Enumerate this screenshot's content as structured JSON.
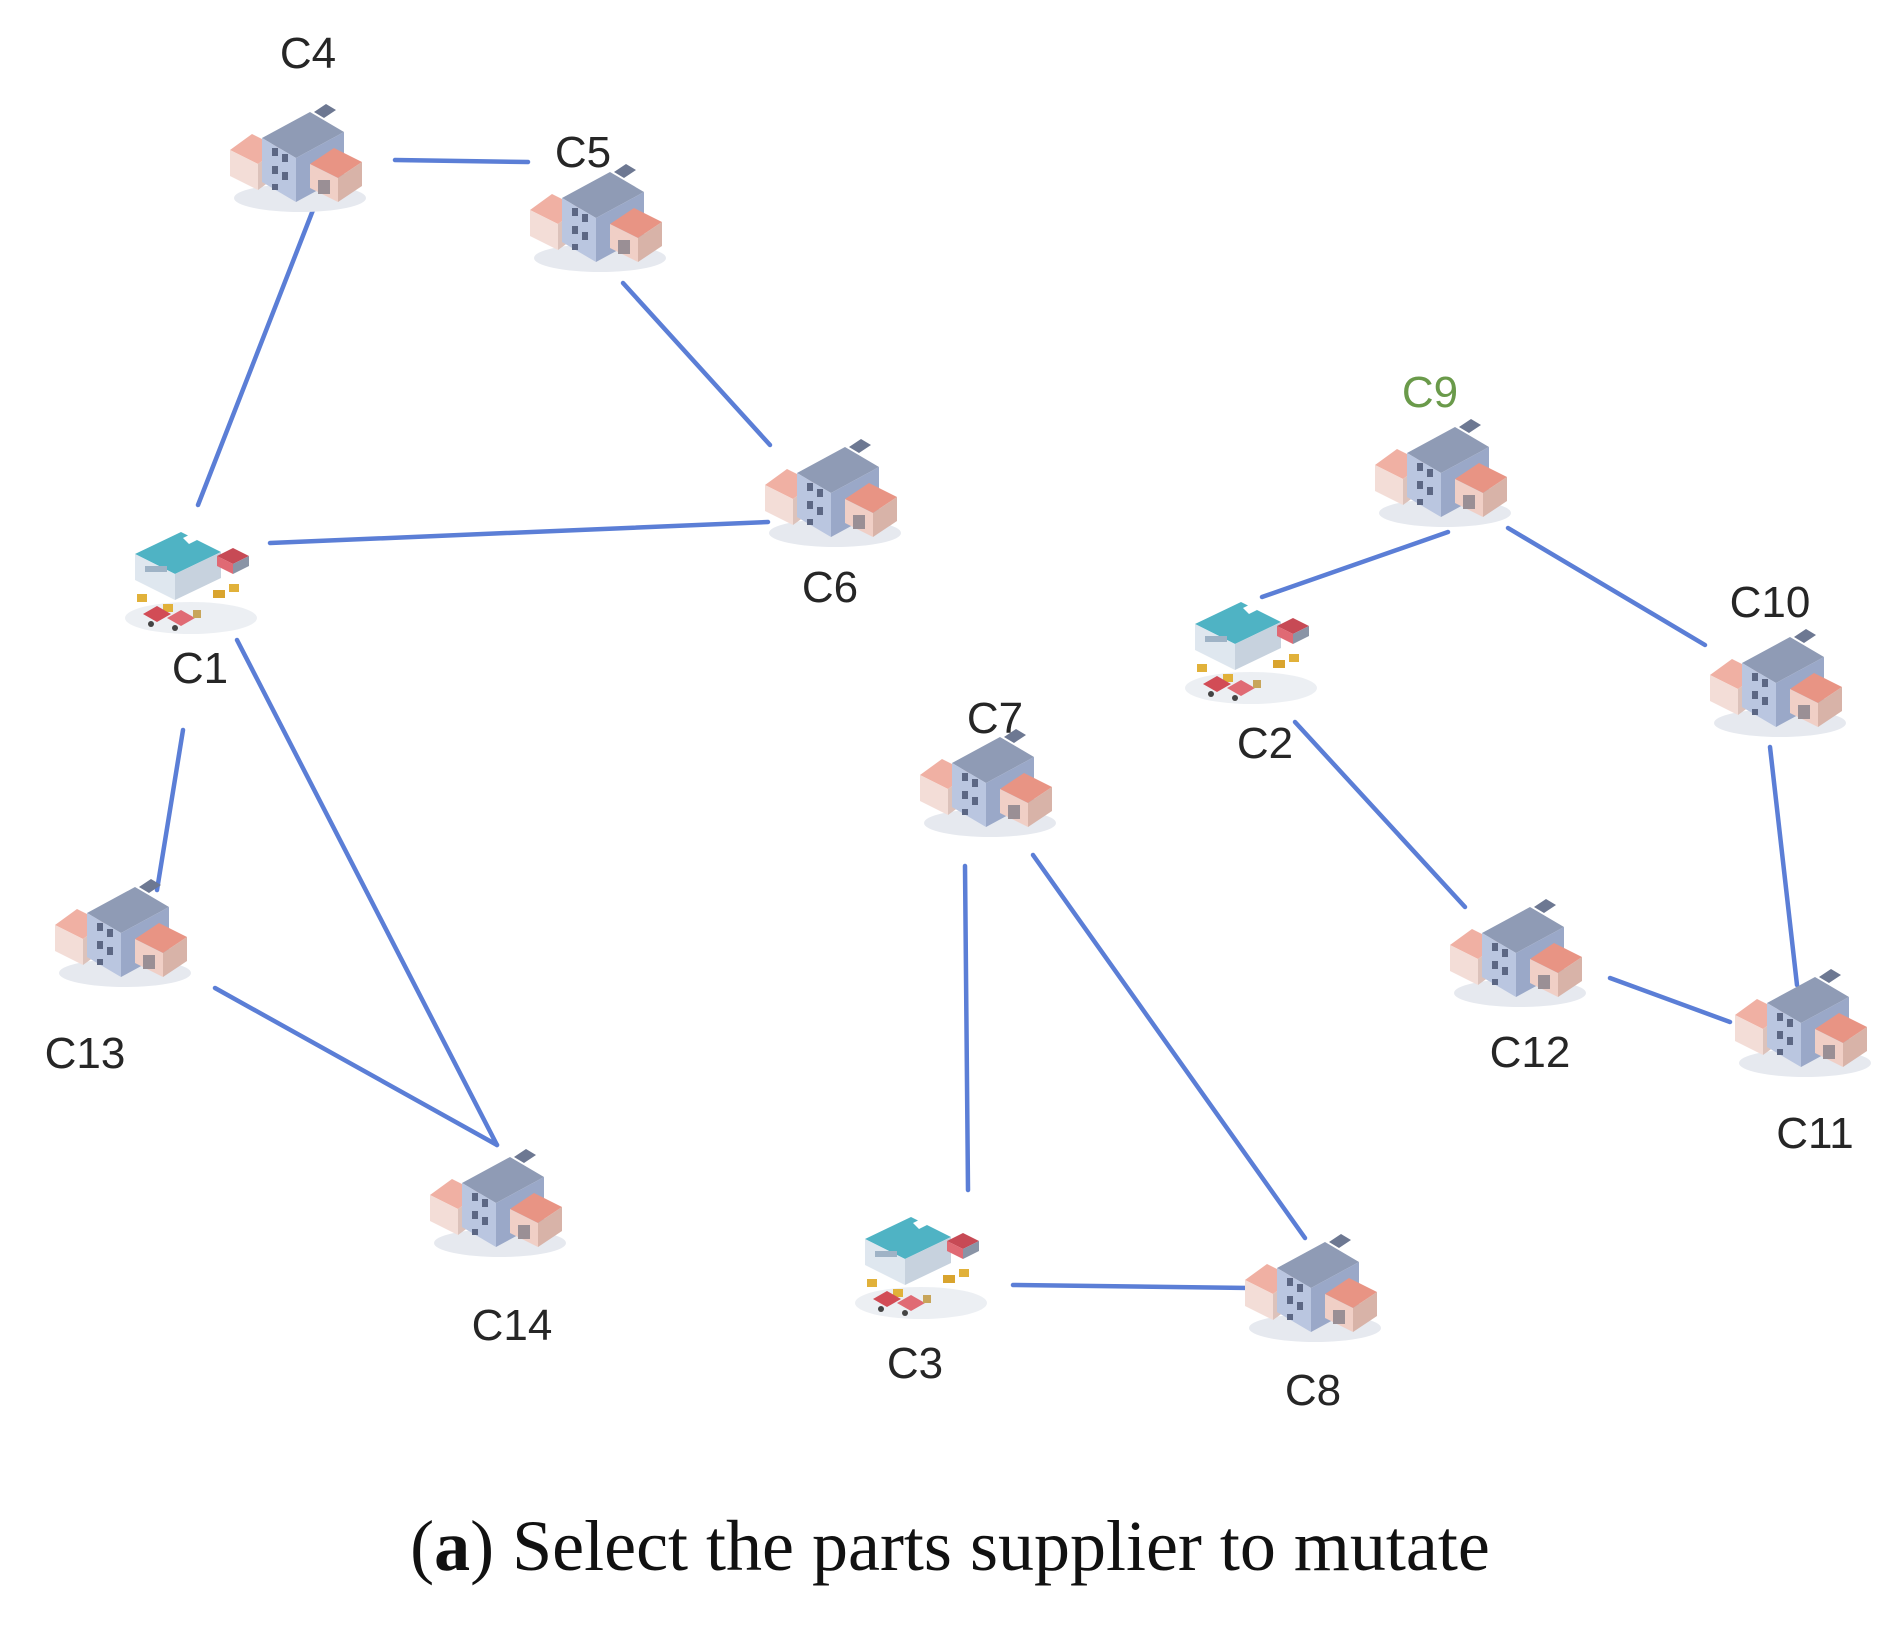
{
  "colors": {
    "edge": "#5b7ed6",
    "label": "#262626",
    "highlight_label": "#6a9a4a",
    "factory_wall": "#a9b8d8",
    "factory_roof": "#e8a89a",
    "warehouse_roof": "#4fb3c4"
  },
  "nodes": [
    {
      "id": "C1",
      "label": "C1",
      "icon": "warehouse-icon",
      "highlight": false
    },
    {
      "id": "C2",
      "label": "C2",
      "icon": "warehouse-icon",
      "highlight": false
    },
    {
      "id": "C3",
      "label": "C3",
      "icon": "warehouse-icon",
      "highlight": false
    },
    {
      "id": "C4",
      "label": "C4",
      "icon": "factory-icon",
      "highlight": false
    },
    {
      "id": "C5",
      "label": "C5",
      "icon": "factory-icon",
      "highlight": false
    },
    {
      "id": "C6",
      "label": "C6",
      "icon": "factory-icon",
      "highlight": false
    },
    {
      "id": "C7",
      "label": "C7",
      "icon": "factory-icon",
      "highlight": false
    },
    {
      "id": "C8",
      "label": "C8",
      "icon": "factory-icon",
      "highlight": false
    },
    {
      "id": "C9",
      "label": "C9",
      "icon": "factory-icon",
      "highlight": true
    },
    {
      "id": "C10",
      "label": "C10",
      "icon": "factory-icon",
      "highlight": false
    },
    {
      "id": "C11",
      "label": "C11",
      "icon": "factory-icon",
      "highlight": false
    },
    {
      "id": "C12",
      "label": "C12",
      "icon": "factory-icon",
      "highlight": false
    },
    {
      "id": "C13",
      "label": "C13",
      "icon": "factory-icon",
      "highlight": false
    },
    {
      "id": "C14",
      "label": "C14",
      "icon": "factory-icon",
      "highlight": false
    }
  ],
  "edges": [
    [
      "C4",
      "C5"
    ],
    [
      "C4",
      "C1"
    ],
    [
      "C5",
      "C6"
    ],
    [
      "C1",
      "C6"
    ],
    [
      "C1",
      "C13"
    ],
    [
      "C1",
      "C14"
    ],
    [
      "C13",
      "C14"
    ],
    [
      "C7",
      "C3"
    ],
    [
      "C7",
      "C8"
    ],
    [
      "C3",
      "C8"
    ],
    [
      "C9",
      "C2"
    ],
    [
      "C9",
      "C10"
    ],
    [
      "C2",
      "C12"
    ],
    [
      "C12",
      "C11"
    ],
    [
      "C10",
      "C11"
    ]
  ],
  "caption": {
    "marker": "a",
    "text": "Select the parts supplier to mutate"
  }
}
